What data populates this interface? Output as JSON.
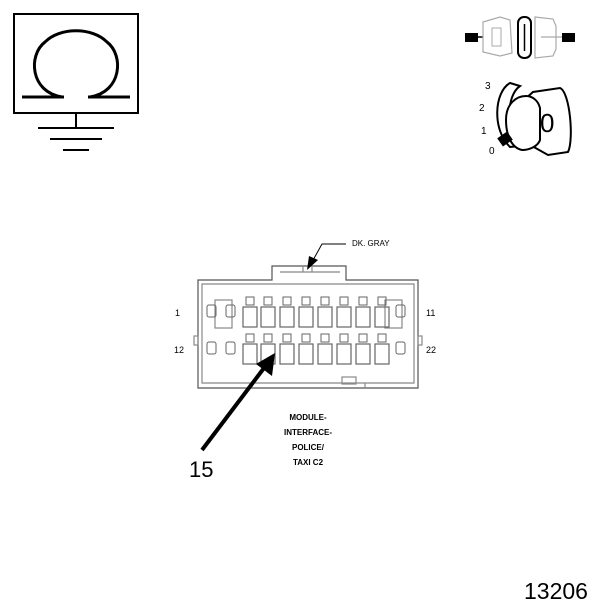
{
  "connector": {
    "color_label": "DK. GRAY",
    "pin_labels": {
      "top_left": "1",
      "top_right": "11",
      "bottom_left": "12",
      "bottom_right": "22"
    },
    "module_name": [
      "MODULE-",
      "INTERFACE-",
      "POLICE/",
      "TAXI C2"
    ],
    "callout": "15"
  },
  "key_switch": {
    "positions": [
      "3",
      "2",
      "1",
      "0"
    ],
    "key_label": "0"
  },
  "figure_number": "13206",
  "icons": [
    "ohmmeter-ground-icon",
    "test-probe-icon",
    "ignition-key-icon"
  ]
}
